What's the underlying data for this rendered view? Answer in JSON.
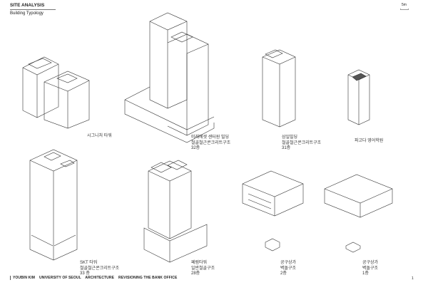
{
  "header": {
    "title": "SITE ANALYSIS",
    "subtitle": "Building Typology",
    "scale": "5m"
  },
  "buildings": [
    {
      "name": "시그니처 타워"
    },
    {
      "name": "미래에셋 센터원 빌딩",
      "structure": "철골철근콘크리트구조",
      "floors": "32층"
    },
    {
      "name": "삼일빌딩",
      "structure": "철골철근콘크리트구조",
      "floors": "31층"
    },
    {
      "name": "파고다 영어학원"
    },
    {
      "name": "SKT 타워",
      "structure": "철골철근콘크리트구조",
      "floors": "33 층"
    },
    {
      "name": "페럼타워",
      "structure": "일반철골구조",
      "floors": "28층"
    },
    {
      "name": "공구상가",
      "structure": "벽돌구조",
      "floors": "2층"
    },
    {
      "name": "공구상가",
      "structure": "벽돌구조",
      "floors": "1층"
    }
  ],
  "footer": {
    "text": "YOUBIN KIM    UNIVERSITY OF SEOUL    ARCHITECTURE    REVISIONING THE BANK OFFICE",
    "page": "1"
  }
}
